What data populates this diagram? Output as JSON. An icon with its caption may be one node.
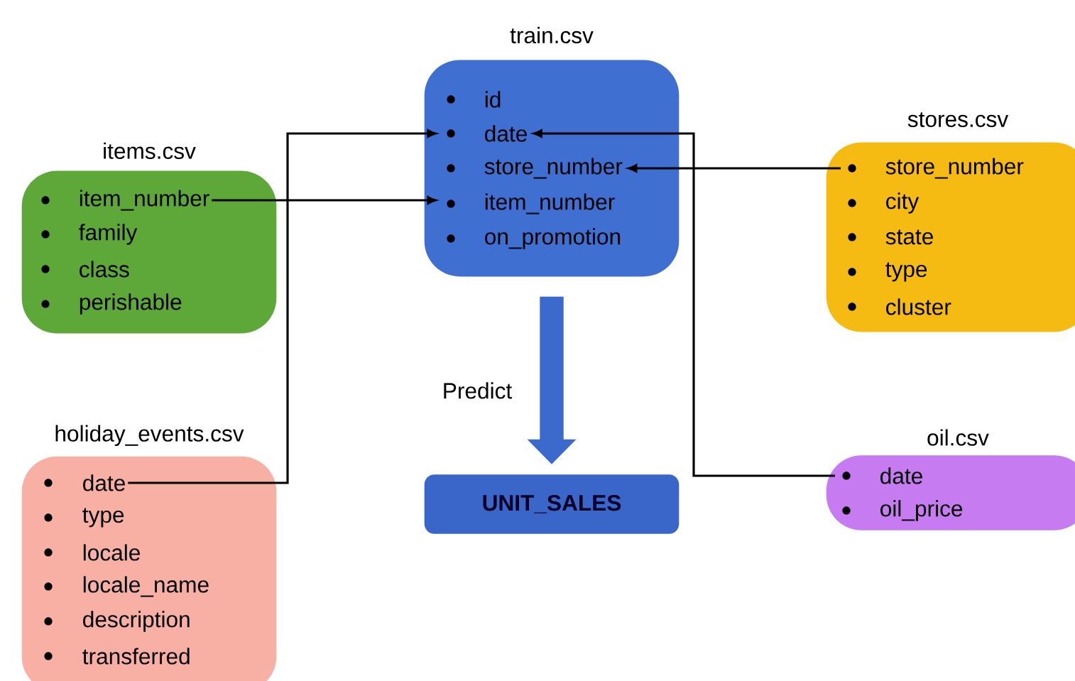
{
  "diagram": {
    "nodes": [
      {
        "text": [
          "train.csv"
        ]
      },
      {
        "text": [
          "id"
        ],
        "in": 0
      },
      {
        "text": [
          "date"
        ],
        "in": 0
      },
      {
        "text": [
          "store_number"
        ],
        "in": 0
      },
      {
        "text": [
          "item_number"
        ],
        "in": 0
      },
      {
        "text": [
          "on_promotion"
        ],
        "in": 0
      },
      {
        "text": [
          "items.csv"
        ]
      },
      {
        "text": [
          "item_number"
        ],
        "in": 6
      },
      {
        "text": [
          "family"
        ],
        "in": 6
      },
      {
        "text": [
          "class"
        ],
        "in": 6
      },
      {
        "text": [
          "perishable"
        ],
        "in": 6
      },
      {
        "text": [
          "stores.csv"
        ]
      },
      {
        "text": [
          "store_number"
        ],
        "in": 11
      },
      {
        "text": [
          "city"
        ],
        "in": 11
      },
      {
        "text": [
          "state"
        ],
        "in": 11
      },
      {
        "text": [
          "type"
        ],
        "in": 11
      },
      {
        "text": [
          "cluster"
        ],
        "in": 11
      },
      {
        "text": [
          "holiday_events.csv"
        ]
      },
      {
        "text": [
          "date"
        ],
        "in": 17
      },
      {
        "text": [
          "type"
        ],
        "in": 17
      },
      {
        "text": [
          "locale"
        ],
        "in": 17
      },
      {
        "text": [
          "locale_name"
        ],
        "in": 17
      },
      {
        "text": [
          "description"
        ],
        "in": 17
      },
      {
        "text": [
          "transferred"
        ],
        "in": 17
      },
      {
        "text": [
          "oil.csv"
        ]
      },
      {
        "text": [
          "date"
        ],
        "in": 24
      },
      {
        "text": [
          "oil_price"
        ],
        "in": 24
      },
      {
        "text": [
          "UNIT_SALES"
        ]
      }
    ],
    "edges": [
      {
        "from": 7,
        "to": 4,
        "arrow": "to"
      },
      {
        "from": 18,
        "to": 2,
        "arrow": "to"
      },
      {
        "from": 12,
        "to": 3,
        "arrow": "to"
      },
      {
        "from": 25,
        "to": 2,
        "arrow": "to"
      },
      {
        "from": 0,
        "to": 27,
        "arrow": "to",
        "label": "Predict",
        "style": "thick",
        "color": "#3b69cc"
      }
    ]
  }
}
